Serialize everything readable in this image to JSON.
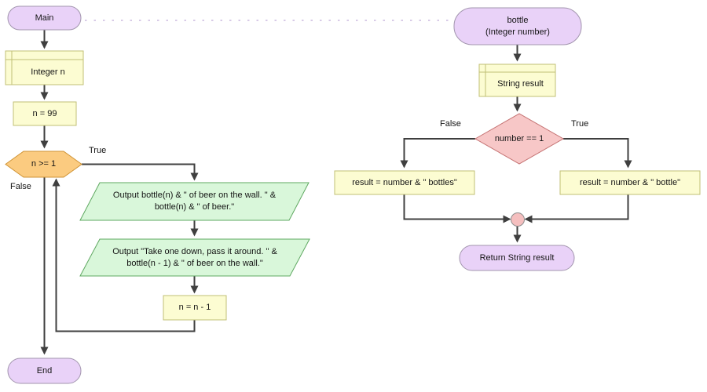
{
  "flowchart": {
    "main": {
      "start": "Main",
      "declare": "Integer n",
      "assign_init": "n = 99",
      "loop_condition": "n >= 1",
      "loop_true_label": "True",
      "loop_false_label": "False",
      "output_1": "Output bottle(n) & \" of beer on the wall. \" &\nbottle(n) & \" of beer.\"",
      "output_2": "Output \"Take one down, pass it around. \" &\nbottle(n - 1) & \" of beer on the wall.\"",
      "assign_decrement": "n = n - 1",
      "end": "End"
    },
    "bottle": {
      "start": "bottle\n(Integer number)",
      "declare": "String result",
      "condition": "number == 1",
      "condition_false_label": "False",
      "condition_true_label": "True",
      "assign_false_branch": "result = number & \" bottles\"",
      "assign_true_branch": "result = number & \" bottle\"",
      "return": "Return String result"
    },
    "colors": {
      "terminal_fill": "#e9d2f8",
      "terminal_border": "#a295ae",
      "process_fill": "#fcfcd2",
      "process_border": "#c1bf76",
      "loop_fill": "#fbcb80",
      "loop_border": "#cf9334",
      "io_fill": "#d9f7da",
      "io_border": "#5fa861",
      "decision_fill": "#f7c7c7",
      "decision_border": "#c47171",
      "connector_dot_fill": "#f5bfbf",
      "line": "#3f3f3f",
      "background": "#ffffff"
    }
  }
}
